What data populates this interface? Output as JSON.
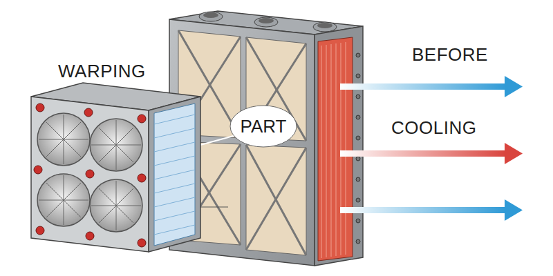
{
  "diagram": {
    "nodes": [
      {
        "text": [
          "PART"
        ]
      }
    ],
    "labels": [
      "WARPING",
      "BEFORE",
      "COOLING"
    ]
  }
}
